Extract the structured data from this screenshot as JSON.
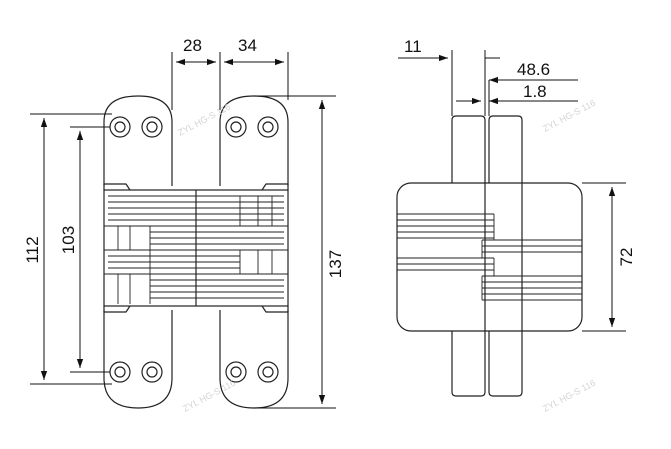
{
  "diagram": {
    "dimensions": {
      "front_top_left": "28",
      "front_top_right": "34",
      "front_height_outer": "112",
      "front_height_inner": "103",
      "front_height_total": "137",
      "side_top_a": "11",
      "side_top_b": "48.6",
      "side_top_c": "1.8",
      "side_height": "72"
    },
    "watermark": "ZYL HG-S 116"
  },
  "colors": {
    "line": "#222222",
    "watermark": "#d4d4d4"
  }
}
